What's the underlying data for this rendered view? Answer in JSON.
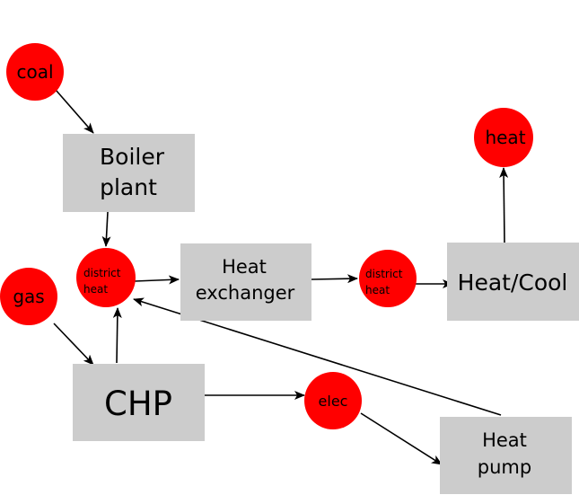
{
  "colors": {
    "process_box": "#cccccc",
    "carrier_bus": "#ff0000",
    "edge": "#000000"
  },
  "buses": {
    "coal": "coal",
    "gas": "gas",
    "district_heat_1": [
      "district",
      "heat"
    ],
    "district_heat_2": [
      "district",
      "heat"
    ],
    "elec": "elec",
    "heat": "heat"
  },
  "processes": {
    "boiler_plant": [
      "Boiler",
      "plant"
    ],
    "heat_exchanger": [
      "Heat",
      "exchanger"
    ],
    "heat_cool": "Heat/Cool",
    "chp": "CHP",
    "heat_pump": [
      "Heat",
      "pump"
    ]
  },
  "edges": [
    [
      "coal",
      "boiler_plant"
    ],
    [
      "boiler_plant",
      "district_heat_1"
    ],
    [
      "district_heat_1",
      "heat_exchanger"
    ],
    [
      "heat_exchanger",
      "district_heat_2"
    ],
    [
      "district_heat_2",
      "heat_cool"
    ],
    [
      "heat_cool",
      "heat"
    ],
    [
      "gas",
      "chp"
    ],
    [
      "chp",
      "district_heat_1"
    ],
    [
      "chp",
      "elec"
    ],
    [
      "elec",
      "heat_pump"
    ],
    [
      "heat_pump",
      "district_heat_1"
    ]
  ]
}
